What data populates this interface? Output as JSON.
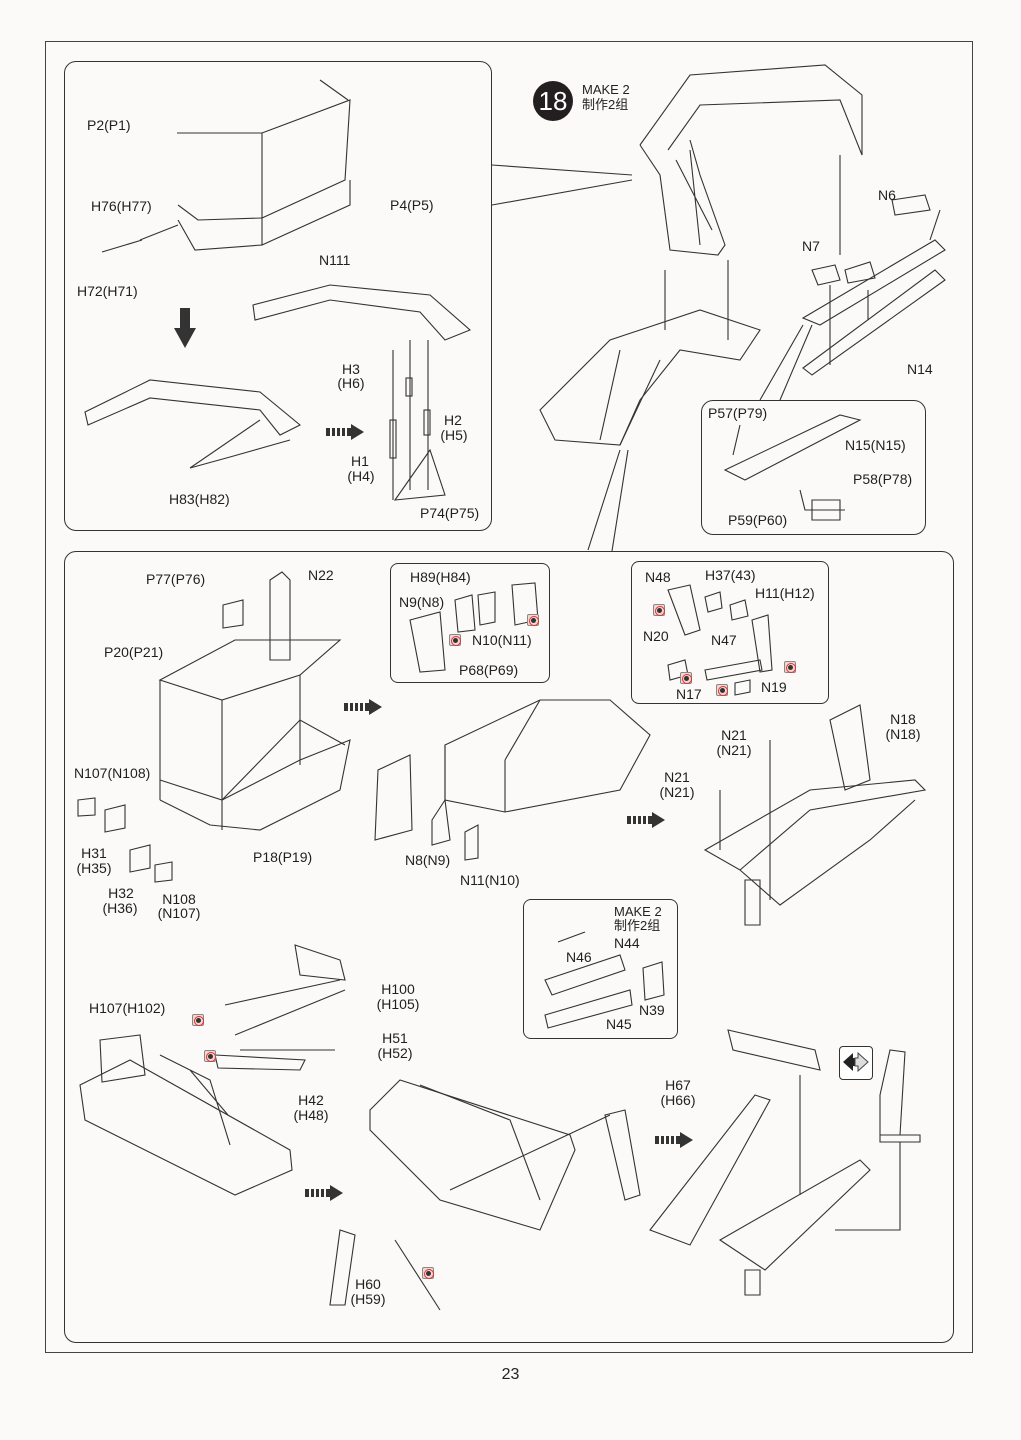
{
  "step": {
    "number": "18",
    "make_en": "MAKE 2",
    "make_cn": "制作2组"
  },
  "panel_top_left": {
    "labels": {
      "p2": "P2(P1)",
      "h76": "H76(H77)",
      "h72": "H72(H71)",
      "p4": "P4(P5)",
      "n111": "N111",
      "h3a": "H3",
      "h3b": "(H6)",
      "h2a": "H2",
      "h2b": "(H5)",
      "h1a": "H1",
      "h1b": "(H4)",
      "h83": "H83(H82)",
      "p74": "P74(P75)"
    }
  },
  "main_top_right": {
    "labels": {
      "n6": "N6",
      "n7": "N7",
      "n14": "N14"
    }
  },
  "panel_skid": {
    "labels": {
      "p57": "P57(P79)",
      "n15": "N15(N15)",
      "p58": "P58(P78)",
      "p59": "P59(P60)"
    }
  },
  "panel_bottom": {
    "labels": {
      "p77": "P77(P76)",
      "n22": "N22",
      "p20": "P20(P21)",
      "n107": "N107(N108)",
      "h31a": "H31",
      "h31b": "(H35)",
      "h32a": "H32",
      "h32b": "(H36)",
      "n108a": "N108",
      "n108b": "(N107)",
      "p18": "P18(P19)",
      "n8": "N8(N9)",
      "n11": "N11(N10)",
      "n21a1": "N21",
      "n21a2": "(N21)",
      "n21b1": "N21",
      "n21b2": "(N21)",
      "n18a": "N18",
      "n18b": "(N18)",
      "h107": "H107(H102)",
      "h100a": "H100",
      "h100b": "(H105)",
      "h51a": "H51",
      "h51b": "(H52)",
      "h42a": "H42",
      "h42b": "(H48)",
      "h67a": "H67",
      "h67b": "(H66)",
      "h60a": "H60",
      "h60b": "(H59)"
    },
    "inset_hinge": {
      "h89": "H89(H84)",
      "n9": "N9(N8)",
      "n10": "N10(N11)",
      "p68": "P68(P69)"
    },
    "inset_linkage": {
      "n48": "N48",
      "h37": "H37(43)",
      "h11": "H11(H12)",
      "n20": "N20",
      "n47": "N47",
      "n17": "N17",
      "n19": "N19"
    },
    "inset_cylinder": {
      "make_en": "MAKE 2",
      "make_cn": "制作2组",
      "n46": "N46",
      "n44": "N44",
      "n39": "N39",
      "n45": "N45"
    }
  },
  "icons": {
    "no_glue": "no-glue-icon",
    "next_arrow": "next-step-arrow-icon",
    "swap": "swap-direction-icon"
  },
  "footer": {
    "page_number": "23"
  }
}
